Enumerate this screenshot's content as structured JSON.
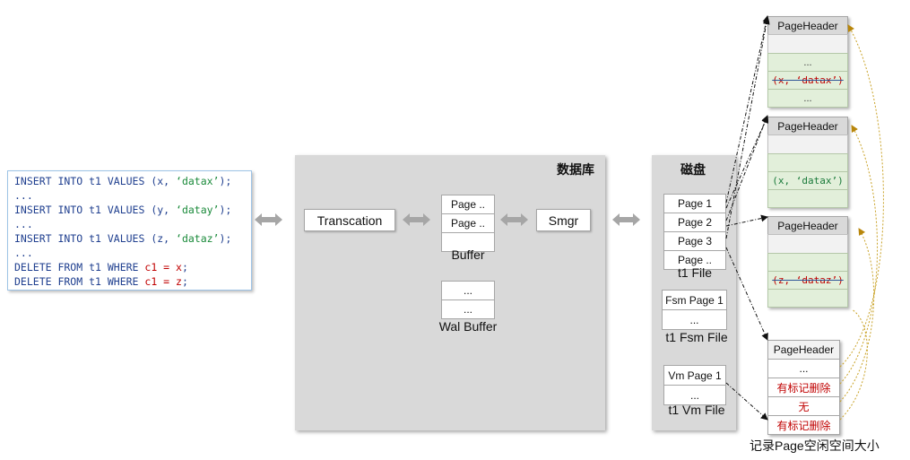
{
  "sql": {
    "lines": [
      {
        "pre": "INSERT INTO t1 VALUES (x, ",
        "str": "‘datax’",
        "post": ");",
        "cond": ""
      },
      {
        "pre": "...",
        "str": "",
        "post": "",
        "cond": ""
      },
      {
        "pre": "INSERT INTO t1 VALUES (y, ",
        "str": "‘datay’",
        "post": ");",
        "cond": ""
      },
      {
        "pre": "...",
        "str": "",
        "post": "",
        "cond": ""
      },
      {
        "pre": "INSERT INTO t1 VALUES (z, ",
        "str": "‘dataz’",
        "post": ");",
        "cond": ""
      },
      {
        "pre": "...",
        "str": "",
        "post": "",
        "cond": ""
      },
      {
        "pre": "DELETE FROM t1 WHERE ",
        "str": "",
        "post": ";",
        "cond": "c1 = x"
      },
      {
        "pre": "DELETE FROM t1 WHERE ",
        "str": "",
        "post": ";",
        "cond": "c1 = z"
      }
    ]
  },
  "database": {
    "title": "数据库",
    "transaction": "Transcation",
    "buffer": {
      "cells": [
        "Page ..",
        "Page ..",
        ""
      ],
      "label": "Buffer"
    },
    "wal": {
      "cells": [
        "...",
        "..."
      ],
      "label": "Wal Buffer"
    },
    "smgr": "Smgr"
  },
  "disk": {
    "title": "磁盘",
    "t1_file": {
      "cells": [
        "Page 1",
        "Page 2",
        "Page 3",
        "Page .."
      ],
      "label": "t1 File"
    },
    "fsm_file": {
      "cells": [
        "Fsm Page 1",
        "..."
      ],
      "label": "t1 Fsm File"
    },
    "vm_file": {
      "cells": [
        "Vm Page 1",
        "..."
      ],
      "label": "t1 Vm File"
    }
  },
  "pages": {
    "p1": {
      "header": "PageHeader",
      "rows": [
        "",
        "...",
        "(x, ‘datax’)",
        "..."
      ]
    },
    "p2": {
      "header": "PageHeader",
      "rows": [
        "",
        "",
        "(x, ‘datax’)",
        ""
      ]
    },
    "p3": {
      "header": "PageHeader",
      "rows": [
        "",
        "",
        "(z, ‘dataz’)",
        ""
      ]
    },
    "fsm": {
      "header": "PageHeader",
      "rows": [
        "...",
        "有标记删除",
        "无",
        "有标记删除"
      ]
    }
  },
  "caption": "记录Page空闲空间大小"
}
